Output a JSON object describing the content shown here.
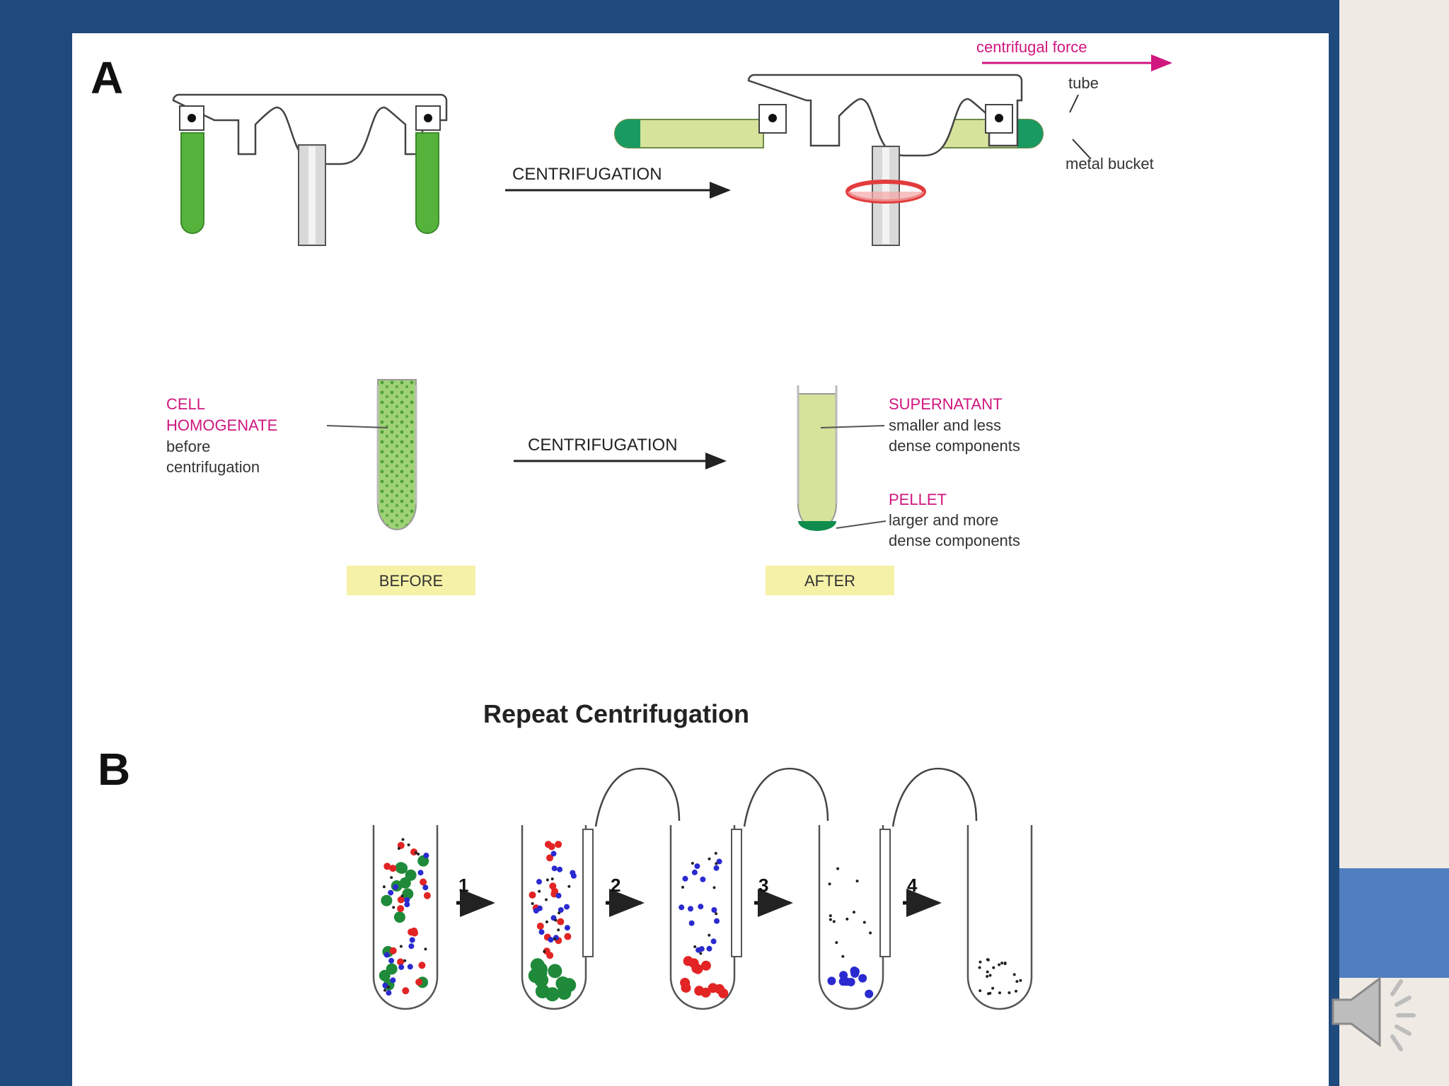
{
  "panel_a": {
    "letter": "A",
    "arrow_label_top": "CENTRIFUGATION",
    "force_label": "centrifugal force",
    "tube_label": "tube",
    "bucket_label": "metal bucket",
    "homogenate_label_1": "CELL",
    "homogenate_label_2": "HOMOGENATE",
    "homogenate_desc_1": "before",
    "homogenate_desc_2": "centrifugation",
    "arrow_label_bottom": "CENTRIFUGATION",
    "supernatant_title": "SUPERNATANT",
    "supernatant_desc_1": "smaller and less",
    "supernatant_desc_2": "dense components",
    "pellet_title": "PELLET",
    "pellet_desc_1": "larger and more",
    "pellet_desc_2": "dense components",
    "before_label": "BEFORE",
    "after_label": "AFTER"
  },
  "panel_b": {
    "letter": "B",
    "title": "Repeat Centrifugation",
    "steps": [
      "1",
      "2",
      "3",
      "4"
    ]
  },
  "colors": {
    "slide_blue": "#1f4a7e",
    "accent_blue": "#4f7fbf",
    "green": "#3aaa35",
    "pale_green": "#d6e39a",
    "magenta": "#d0167f",
    "label_yellow": "#f5f2a8"
  },
  "icons": {
    "speaker": "speaker-icon"
  }
}
